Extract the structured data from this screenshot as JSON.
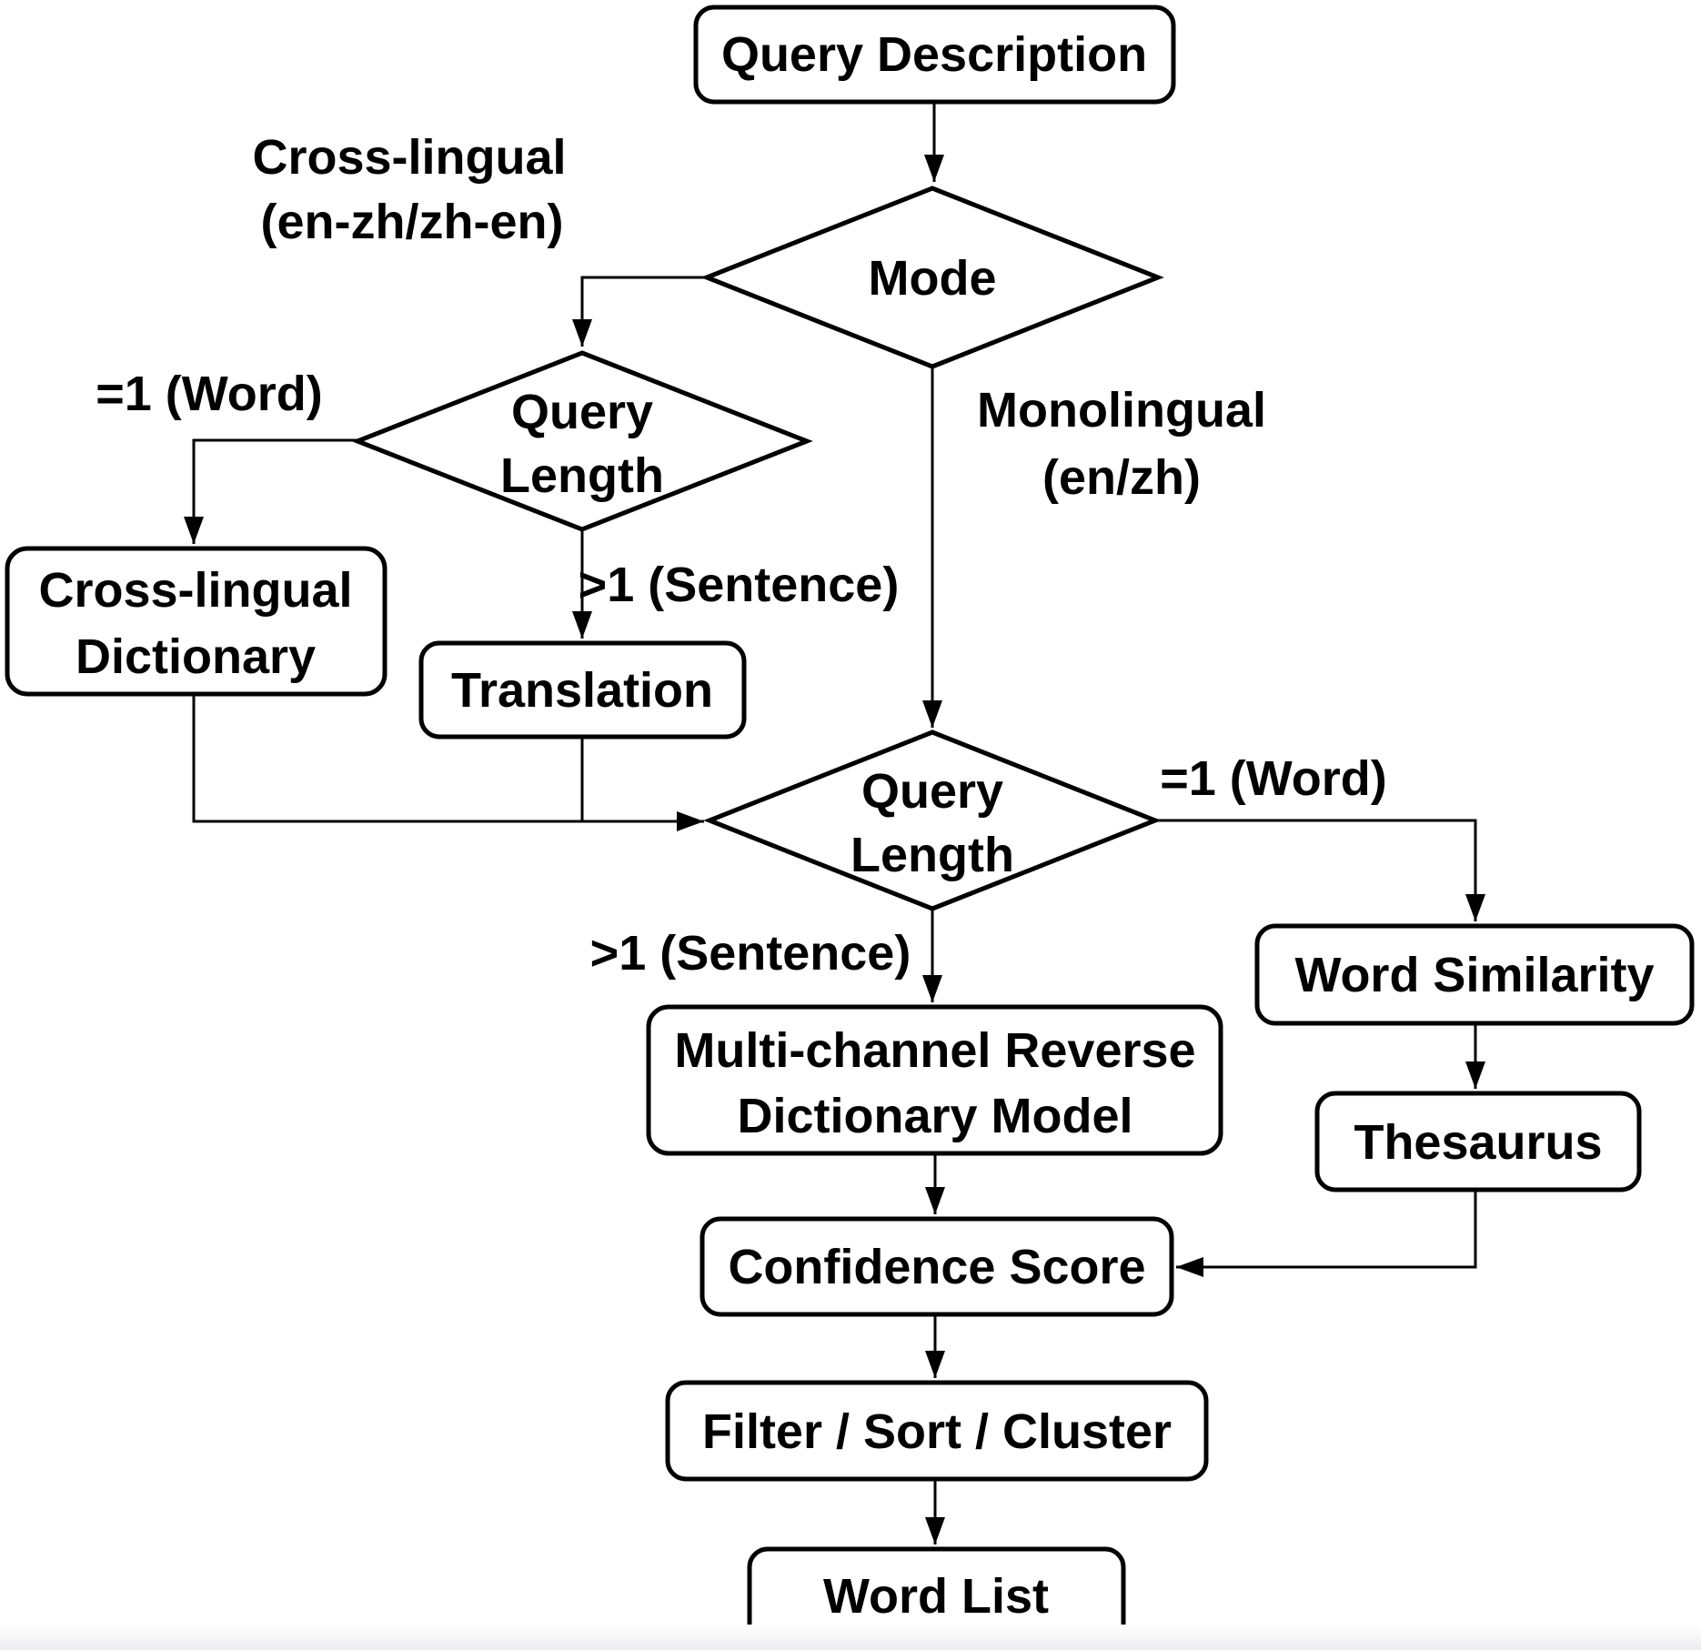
{
  "diagram": {
    "background_color": "#ffffff",
    "line_color": "#000000",
    "box_fill": "#ffffff",
    "nodes": {
      "query_description": {
        "label": "Query Description"
      },
      "mode_decision": {
        "label": "Mode"
      },
      "query_length_top": {
        "line1": "Query",
        "line2": "Length"
      },
      "cross_lingual_dictionary": {
        "line1": "Cross-lingual",
        "line2": "Dictionary"
      },
      "translation": {
        "label": "Translation"
      },
      "query_length_mid": {
        "line1": "Query",
        "line2": "Length"
      },
      "word_similarity": {
        "label": "Word Similarity"
      },
      "thesaurus": {
        "label": "Thesaurus"
      },
      "multi_channel_reverse_dictionary_model": {
        "line1": "Multi-channel Reverse",
        "line2": "Dictionary Model"
      },
      "confidence_score": {
        "label": "Confidence Score"
      },
      "filter_sort_cluster": {
        "label": "Filter / Sort / Cluster"
      },
      "word_list": {
        "label": "Word List"
      }
    },
    "edge_labels": {
      "cross_lingual_branch": {
        "line1": "Cross-lingual",
        "line2": "(en-zh/zh-en)"
      },
      "monolingual_branch": {
        "line1": "Monolingual",
        "line2": "(en/zh)"
      },
      "word_branch_top": "=1 (Word)",
      "sentence_branch_top": ">1 (Sentence)",
      "word_branch_mid": "=1 (Word)",
      "sentence_branch_mid": ">1 (Sentence)"
    }
  }
}
